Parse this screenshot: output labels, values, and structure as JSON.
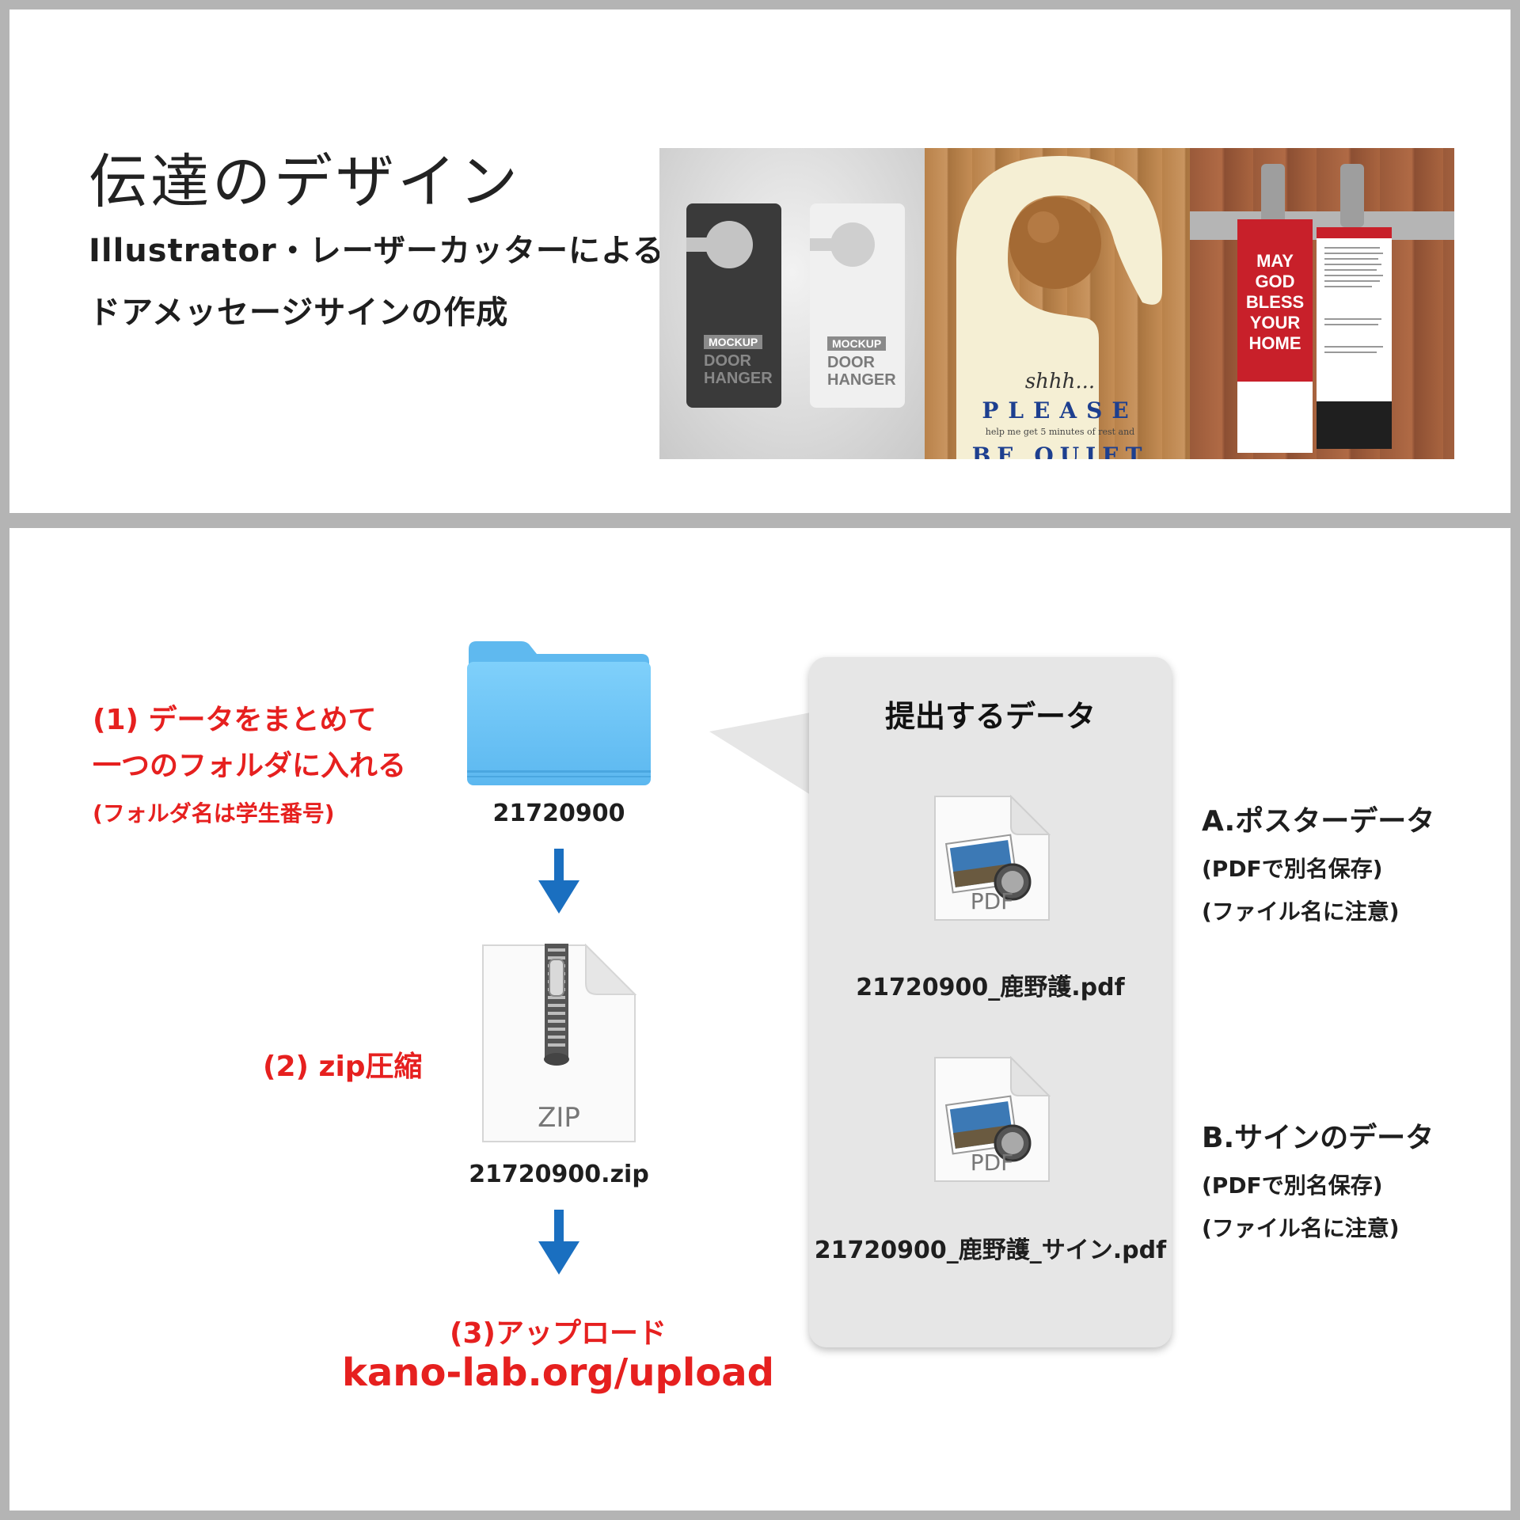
{
  "header": {
    "title": "伝達のデザイン",
    "subtitle_line1": "Illustrator・レーザーカッターによる",
    "subtitle_line2": "ドアメッセージサインの作成"
  },
  "hero": {
    "mockup_dark": {
      "badge": "MOCKUP",
      "line1": "DOOR",
      "line2": "HANGER"
    },
    "mockup_light": {
      "badge": "MOCKUP",
      "line1": "DOOR",
      "line2": "HANGER"
    },
    "wood_sign": {
      "script": "shhh...",
      "big": "PLEASE",
      "small": "help me get 5 minutes of rest and",
      "cut": "BE QUIET"
    },
    "red_sign": {
      "line1": "MAY",
      "line2": "GOD",
      "line3": "BLESS",
      "line4": "YOUR",
      "line5": "HOME"
    }
  },
  "steps": {
    "step1_line1": "(1) データをまとめて",
    "step1_line2": "一つのフォルダに入れる",
    "step1_note": "(フォルダ名は学生番号)",
    "step2": "(2) zip圧縮",
    "step3": "(3)アップロード",
    "upload_url": "kano-lab.org/upload"
  },
  "files": {
    "folder_name": "21720900",
    "zip_name": "21720900.zip",
    "zip_icon_label": "ZIP"
  },
  "submission": {
    "title": "提出するデータ",
    "pdf_a_name": "21720900_鹿野護.pdf",
    "pdf_b_name": "21720900_鹿野護_サイン.pdf",
    "pdf_icon_label": "PDF"
  },
  "descriptions": {
    "a_head": "A.ポスターデータ",
    "a_note1": "(PDFで別名保存)",
    "a_note2": "(ファイル名に注意)",
    "b_head": "B.サインのデータ",
    "b_note1": "(PDFで別名保存)",
    "b_note2": "(ファイル名に注意)"
  },
  "colors": {
    "accent_red": "#e6201f",
    "arrow_blue": "#1a6fc0",
    "folder_blue": "#6cc5f5",
    "frame_gray": "#b4b4b4"
  }
}
